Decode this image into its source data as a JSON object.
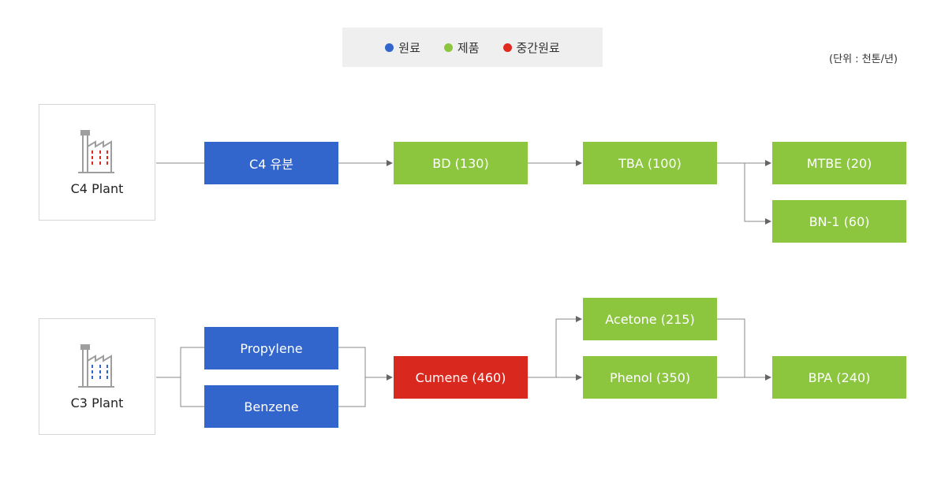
{
  "legend": {
    "items": [
      {
        "label": "원료",
        "color": "#3366cc"
      },
      {
        "label": "제품",
        "color": "#8cc63f"
      },
      {
        "label": "중간원료",
        "color": "#e02a1f"
      }
    ]
  },
  "unit_label": "(단위 : 천톤/년)",
  "colors": {
    "raw": "#3366cc",
    "product": "#8cc63f",
    "intermediate": "#d9281e",
    "connector": "#888888",
    "factory_gray": "#9e9e9e",
    "c4_windows": "#e02a1f",
    "c3_windows": "#3366cc"
  },
  "plants": {
    "c4": {
      "label": "C4 Plant",
      "icon": "factory-icon"
    },
    "c3": {
      "label": "C3 Plant",
      "icon": "factory-icon"
    }
  },
  "nodes": {
    "c4_fraction": "C4 유분",
    "bd": "BD (130)",
    "tba": "TBA (100)",
    "mtbe": "MTBE (20)",
    "bn1": "BN-1 (60)",
    "propylene": "Propylene",
    "benzene": "Benzene",
    "cumene": "Cumene (460)",
    "acetone": "Acetone (215)",
    "phenol": "Phenol (350)",
    "bpa": "BPA (240)"
  }
}
